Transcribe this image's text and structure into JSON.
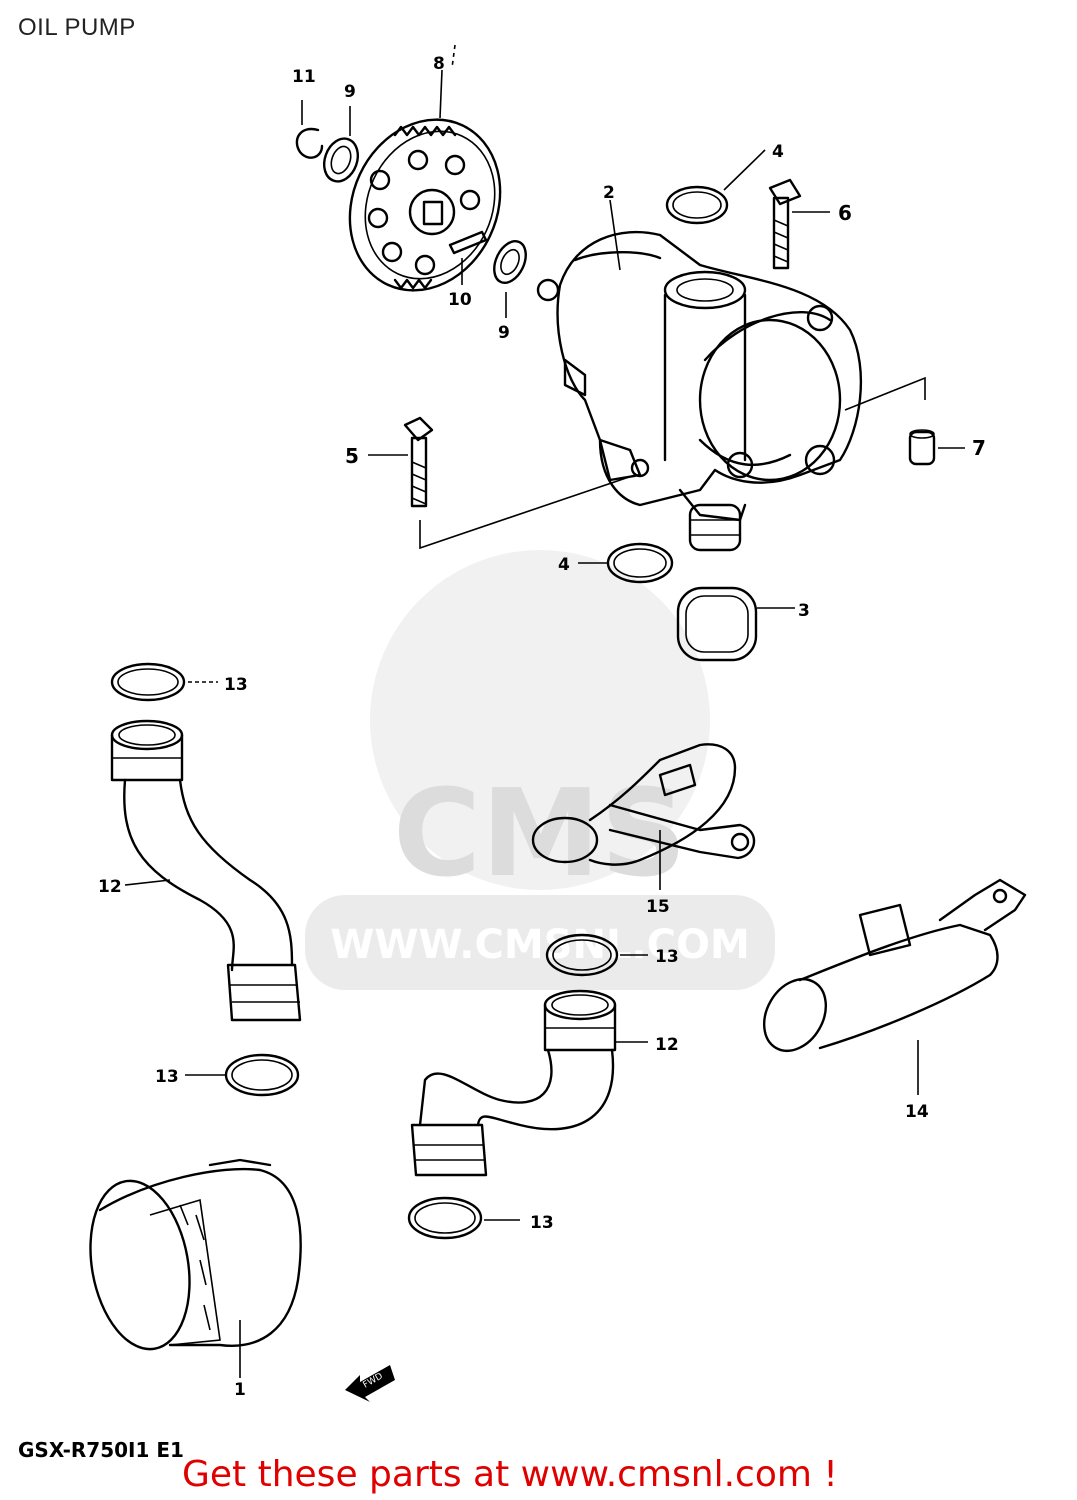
{
  "header": {
    "title": "OIL PUMP"
  },
  "watermark": {
    "text": "WWW.CMSNL.COM",
    "logo_text": "CMS"
  },
  "callouts": {
    "c1": "1",
    "c2": "2",
    "c3": "3",
    "c4a": "4",
    "c4b": "4",
    "c5": "5",
    "c6": "6",
    "c7": "7",
    "c8": "8",
    "c9a": "9",
    "c9b": "9",
    "c10": "10",
    "c11": "11",
    "c12a": "12",
    "c12b": "12",
    "c13a": "13",
    "c13b": "13",
    "c13c": "13",
    "c13d": "13",
    "c14": "14",
    "c15": "15"
  },
  "fwd_label": "FWD",
  "footer": {
    "model_code": "GSX-R750I1 E1",
    "promo": "Get these parts at www.cmsnl.com !"
  }
}
